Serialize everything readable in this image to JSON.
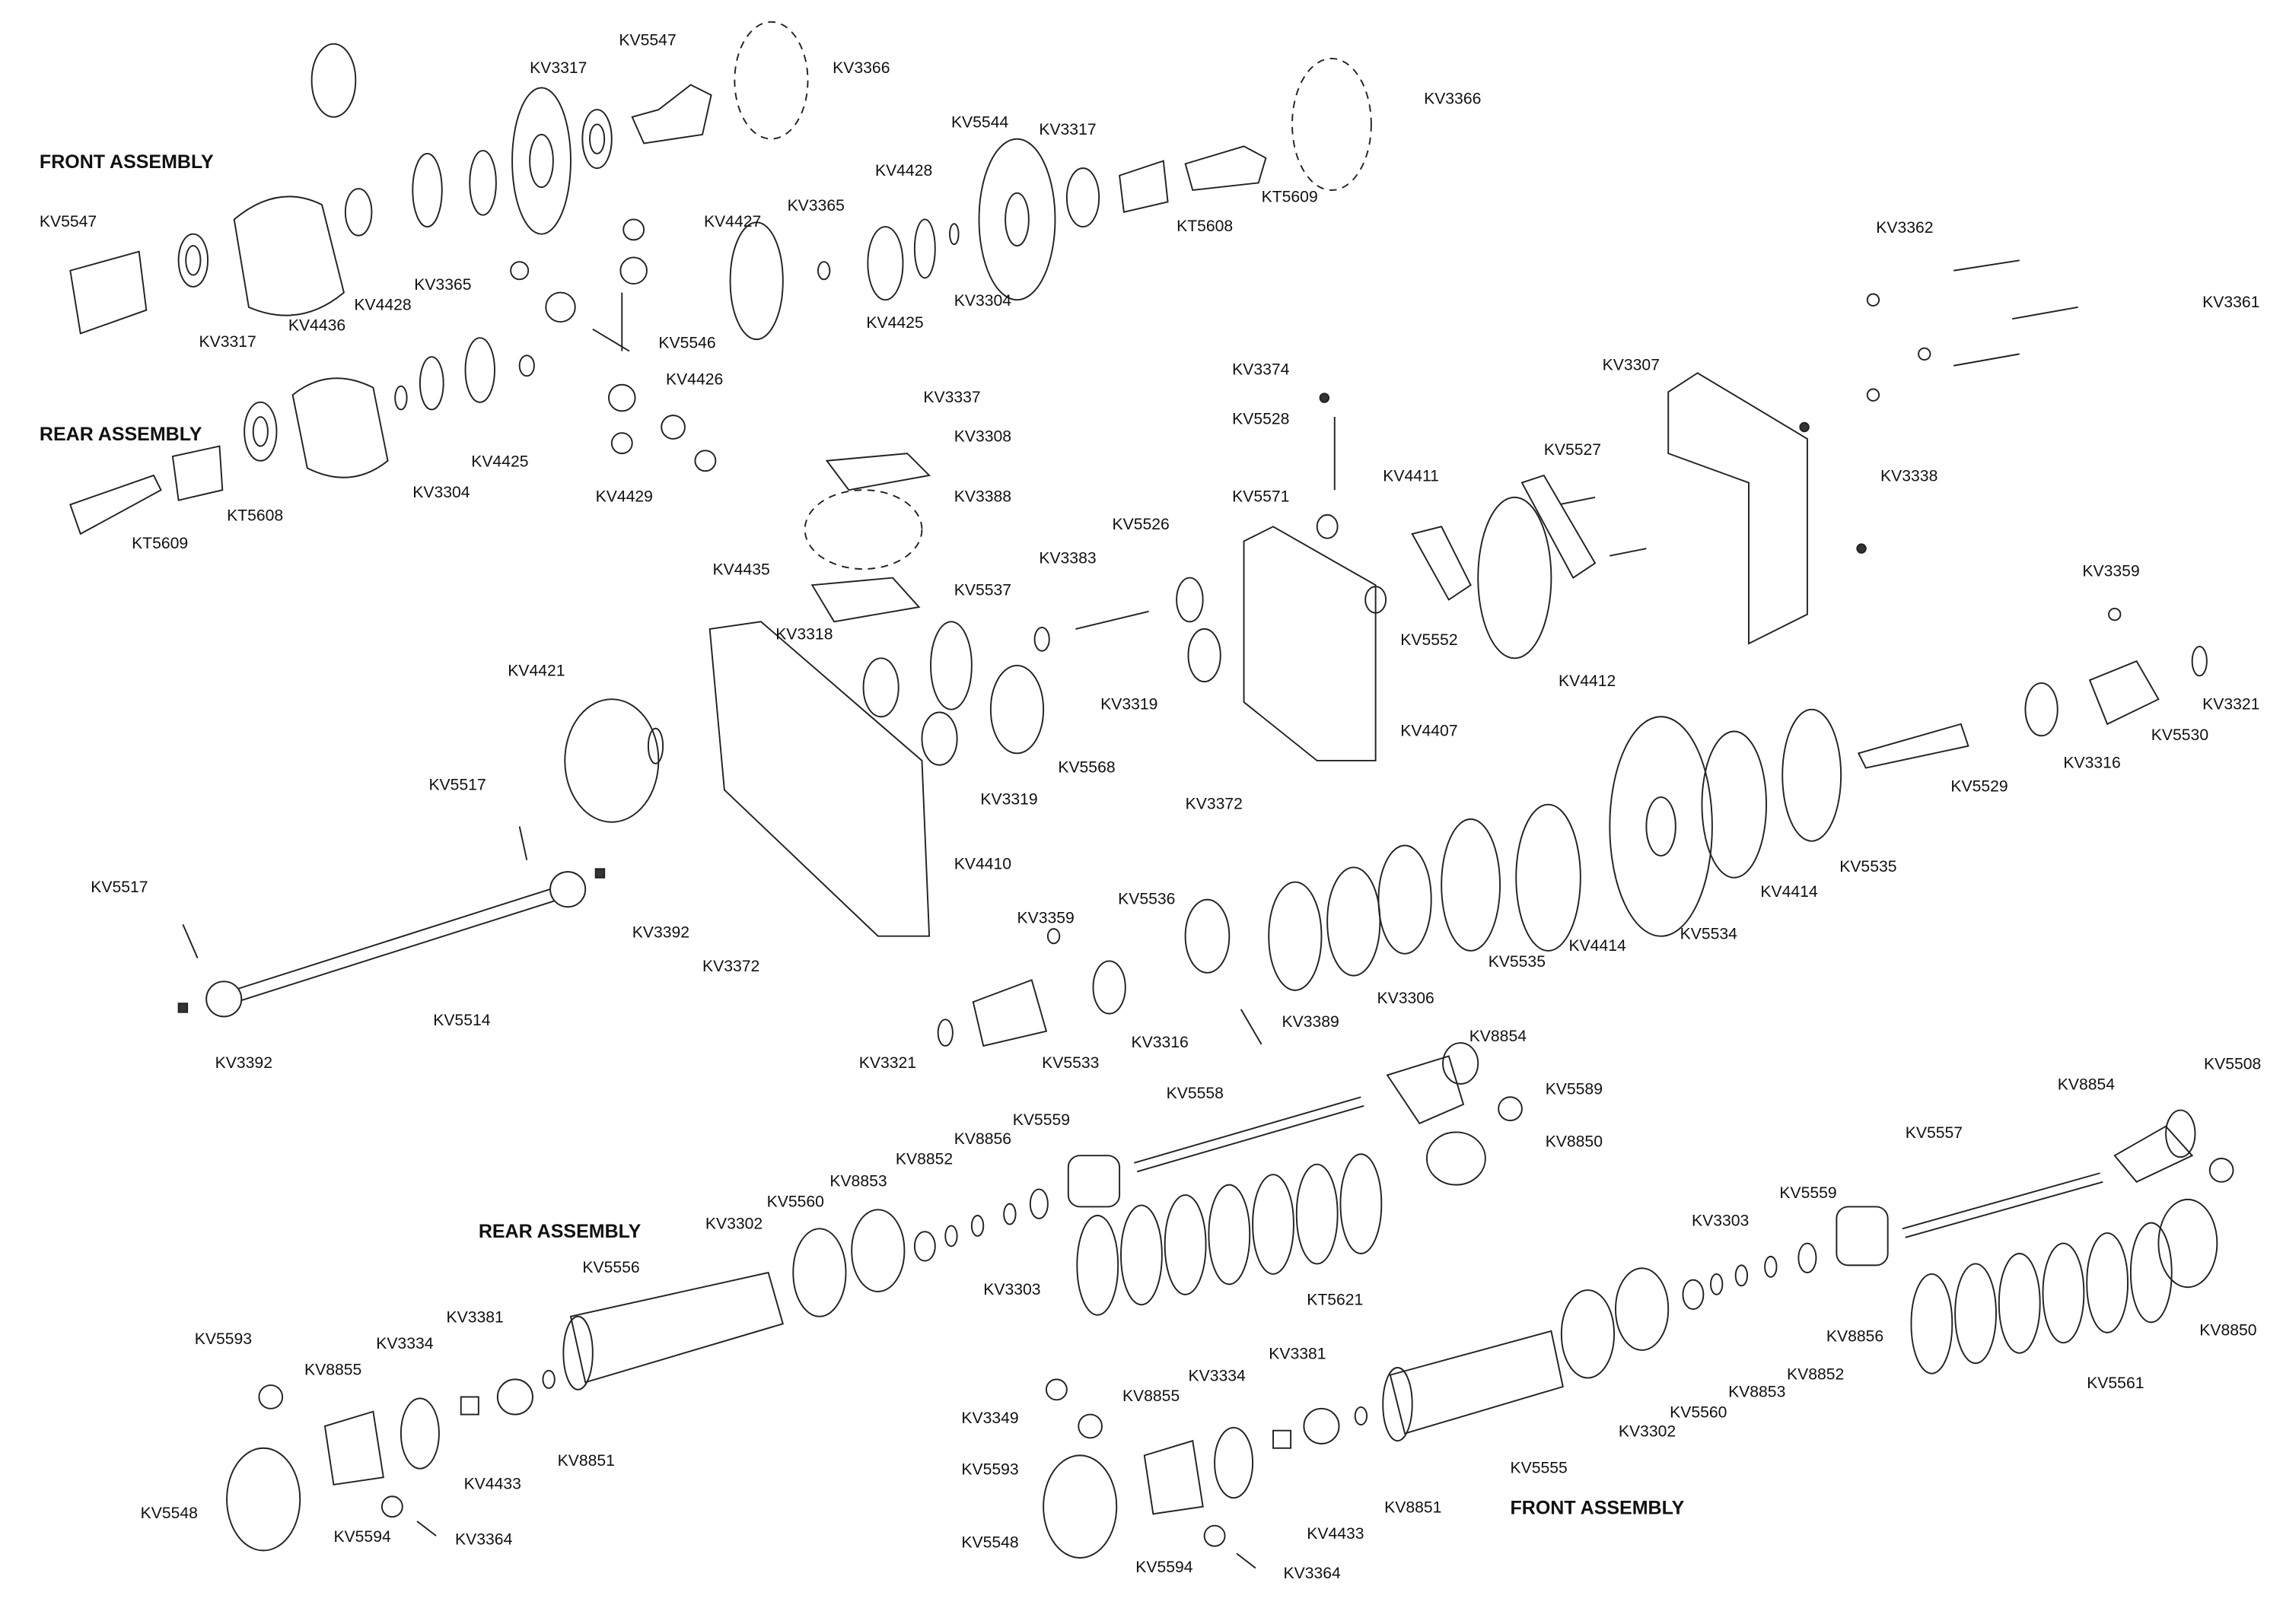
{
  "headings": [
    "FRONT ASSEMBLY",
    "REAR ASSEMBLY",
    "REAR ASSEMBLY",
    "FRONT ASSEMBLY"
  ],
  "labels": [
    "KV5547",
    "KV3317",
    "KV3366",
    "KV5544",
    "KV3317",
    "KV3366",
    "KV4428",
    "KV3365",
    "KV4427",
    "KV5547",
    "KT5609",
    "KT5608",
    "KV3304",
    "KV4425",
    "KV3317",
    "KV4436",
    "KV4428",
    "KV3365",
    "KV5546",
    "KV3362",
    "KV3361",
    "KV4426",
    "KV3307",
    "KV3374",
    "KV3337",
    "KV5528",
    "KV3308",
    "KV4425",
    "KV3304",
    "KT5608",
    "KV4429",
    "KV3388",
    "KV5527",
    "KV3338",
    "KV4411",
    "KV5571",
    "KT5609",
    "KV5526",
    "KV3383",
    "KV4435",
    "KV3359",
    "KV5537",
    "KV3318",
    "KV5552",
    "KV3319",
    "KV3321",
    "KV4421",
    "KV4412",
    "KV5530",
    "KV4407",
    "KV5568",
    "KV3316",
    "KV5529",
    "KV3372",
    "KV3319",
    "KV5517",
    "KV5535",
    "KV4410",
    "KV4414",
    "KV5517",
    "KV3392",
    "KV5536",
    "KV5534",
    "KV3359",
    "KV4414",
    "KV5535",
    "KV3372",
    "KV3306",
    "KV5514",
    "KV3389",
    "KV3316",
    "KV3321",
    "KV5533",
    "KV3392",
    "KV8854",
    "KV5508",
    "KV8854",
    "KV5558",
    "KV5589",
    "KV5559",
    "KV8856",
    "KV5557",
    "KV8850",
    "KV8852",
    "KV8853",
    "KV5560",
    "KV3302",
    "KV3303",
    "KV5559",
    "KV3303",
    "KT5621",
    "KV5556",
    "KV8850",
    "KV8856",
    "KV5593",
    "KV3381",
    "KV3381",
    "KV3334",
    "KV8855",
    "KV3334",
    "KV8852",
    "KV5561",
    "KV8853",
    "KV8851",
    "KV5560",
    "KV3349",
    "KV8855",
    "KV3302",
    "KV5593",
    "KV5555",
    "KV4433",
    "KV8851",
    "KV5548",
    "KV5594",
    "KV3364",
    "KV4433",
    "KV5548",
    "KV5594",
    "KV3364"
  ]
}
